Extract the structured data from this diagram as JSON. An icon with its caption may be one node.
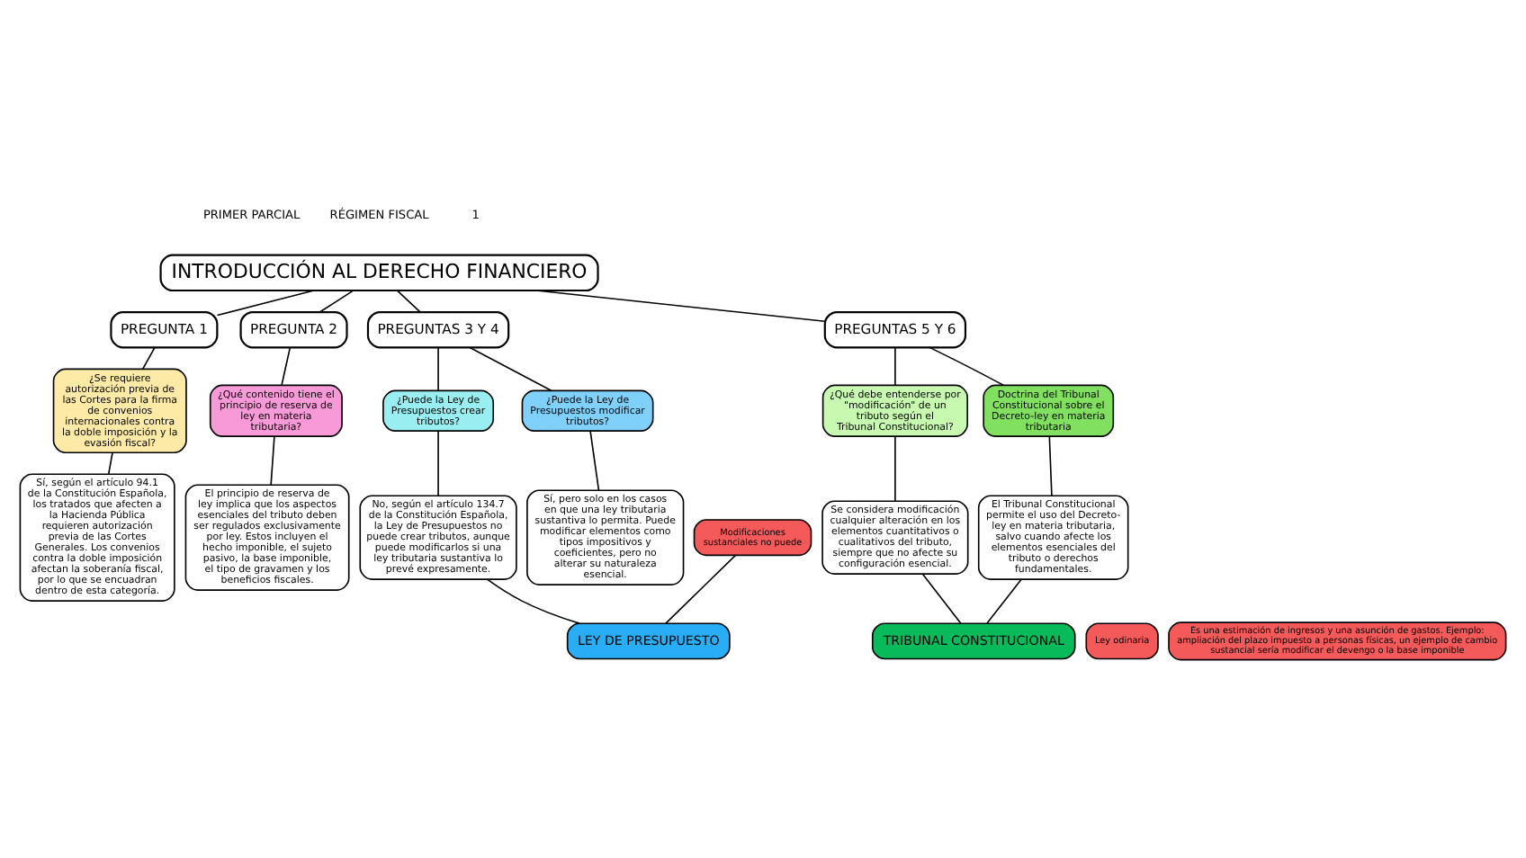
{
  "diagram": {
    "nodes": [
      {
        "text": [
          "INTRODUCCIÓN AL DERECHO FINANCIERO"
        ]
      },
      {
        "text": [
          "PREGUNTA 1"
        ]
      },
      {
        "text": [
          "PREGUNTA 2"
        ]
      },
      {
        "text": [
          "PREGUNTAS 3 Y 4"
        ]
      },
      {
        "text": [
          "PREGUNTAS 5 Y 6"
        ]
      },
      {
        "text": [
          "¿Se requiere autorización previa de las Cortes para la firma de convenios internacionales contra la doble imposición y la evasión fiscal?"
        ]
      },
      {
        "text": [
          "¿Qué contenido tiene el principio de reserva de ley en materia tributaria?"
        ]
      },
      {
        "text": [
          "¿Puede la Ley de Presupuestos crear tributos?"
        ]
      },
      {
        "text": [
          "¿Puede la Ley de Presupuestos modificar tributos?"
        ]
      },
      {
        "text": [
          "¿Qué debe entenderse por \"modificación\" de un tributo según el Tribunal Constitucional?"
        ]
      },
      {
        "text": [
          "Doctrina del Tribunal Constitucional sobre el Decreto-ley en materia tributaria"
        ]
      },
      {
        "text": [
          "Sí, según el artículo 94.1 de la Constitución Española, los tratados que afecten a la Hacienda Pública requieren autorización previa de las Cortes Generales. Los convenios contra la doble imposición afectan la soberanía fiscal, por lo que se encuadran dentro de esta categoría."
        ]
      },
      {
        "text": [
          "El principio de reserva de ley implica que los aspectos esenciales del tributo deben ser regulados exclusivamente por ley. Estos incluyen el hecho imponible, el sujeto pasivo, la base imponible, el tipo de gravamen y los beneficios fiscales."
        ]
      },
      {
        "text": [
          "No, según el artículo 134.7 de la Constitución Española, la Ley de Presupuestos no puede crear tributos, aunque puede modificarlos si una ley tributaria sustantiva lo prevé expresamente."
        ]
      },
      {
        "text": [
          "Sí, pero solo en los casos en que una ley tributaria sustantiva lo permita. Puede modificar elementos como tipos impositivos y coeficientes, pero no alterar su naturaleza esencial."
        ]
      },
      {
        "text": [
          "Se considera modificación cualquier alteración en los elementos cuantitativos o cualitativos del tributo, siempre que no afecte su configuración esencial."
        ]
      },
      {
        "text": [
          "El Tribunal Constitucional permite el uso del Decreto-ley en materia tributaria, salvo cuando afecte los elementos esenciales del tributo o derechos fundamentales."
        ]
      },
      {
        "text": [
          "Modificaciones sustanciales no puede"
        ]
      },
      {
        "text": [
          "Ley odinaria"
        ]
      },
      {
        "text": [
          "LEY DE PRESUPUESTO"
        ]
      },
      {
        "text": [
          "TRIBUNAL CONSTITUCIONAL"
        ]
      },
      {
        "text": [
          "Es una estimación de ingresos y una asunción de gastos. Ejemplo: ampliación del plazo impuesto a personas físicas, un ejemplo de cambio sustancial sería modificar el devengo o la base imponible"
        ]
      }
    ],
    "edges": [
      {
        "from": 0,
        "to": 1,
        "arrow": "none"
      },
      {
        "from": 0,
        "to": 2,
        "arrow": "none"
      },
      {
        "from": 0,
        "to": 3,
        "arrow": "none"
      },
      {
        "from": 0,
        "to": 4,
        "arrow": "none"
      },
      {
        "from": 1,
        "to": 5,
        "arrow": "none"
      },
      {
        "from": 5,
        "to": 11,
        "arrow": "none"
      },
      {
        "from": 2,
        "to": 6,
        "arrow": "none"
      },
      {
        "from": 6,
        "to": 12,
        "arrow": "none"
      },
      {
        "from": 3,
        "to": 7,
        "arrow": "none"
      },
      {
        "from": 3,
        "to": 8,
        "arrow": "none"
      },
      {
        "from": 7,
        "to": 13,
        "arrow": "none"
      },
      {
        "from": 8,
        "to": 14,
        "arrow": "none"
      },
      {
        "from": 13,
        "to": 19,
        "arrow": "none"
      },
      {
        "from": 17,
        "to": 19,
        "arrow": "none"
      },
      {
        "from": 4,
        "to": 9,
        "arrow": "none"
      },
      {
        "from": 4,
        "to": 10,
        "arrow": "none"
      },
      {
        "from": 9,
        "to": 15,
        "arrow": "none"
      },
      {
        "from": 10,
        "to": 16,
        "arrow": "none"
      },
      {
        "from": 15,
        "to": 20,
        "arrow": "none"
      },
      {
        "from": 16,
        "to": 20,
        "arrow": "none"
      }
    ],
    "labels": [
      "PRIMER PARCIAL",
      "RÉGIMEN FISCAL",
      "1"
    ]
  }
}
